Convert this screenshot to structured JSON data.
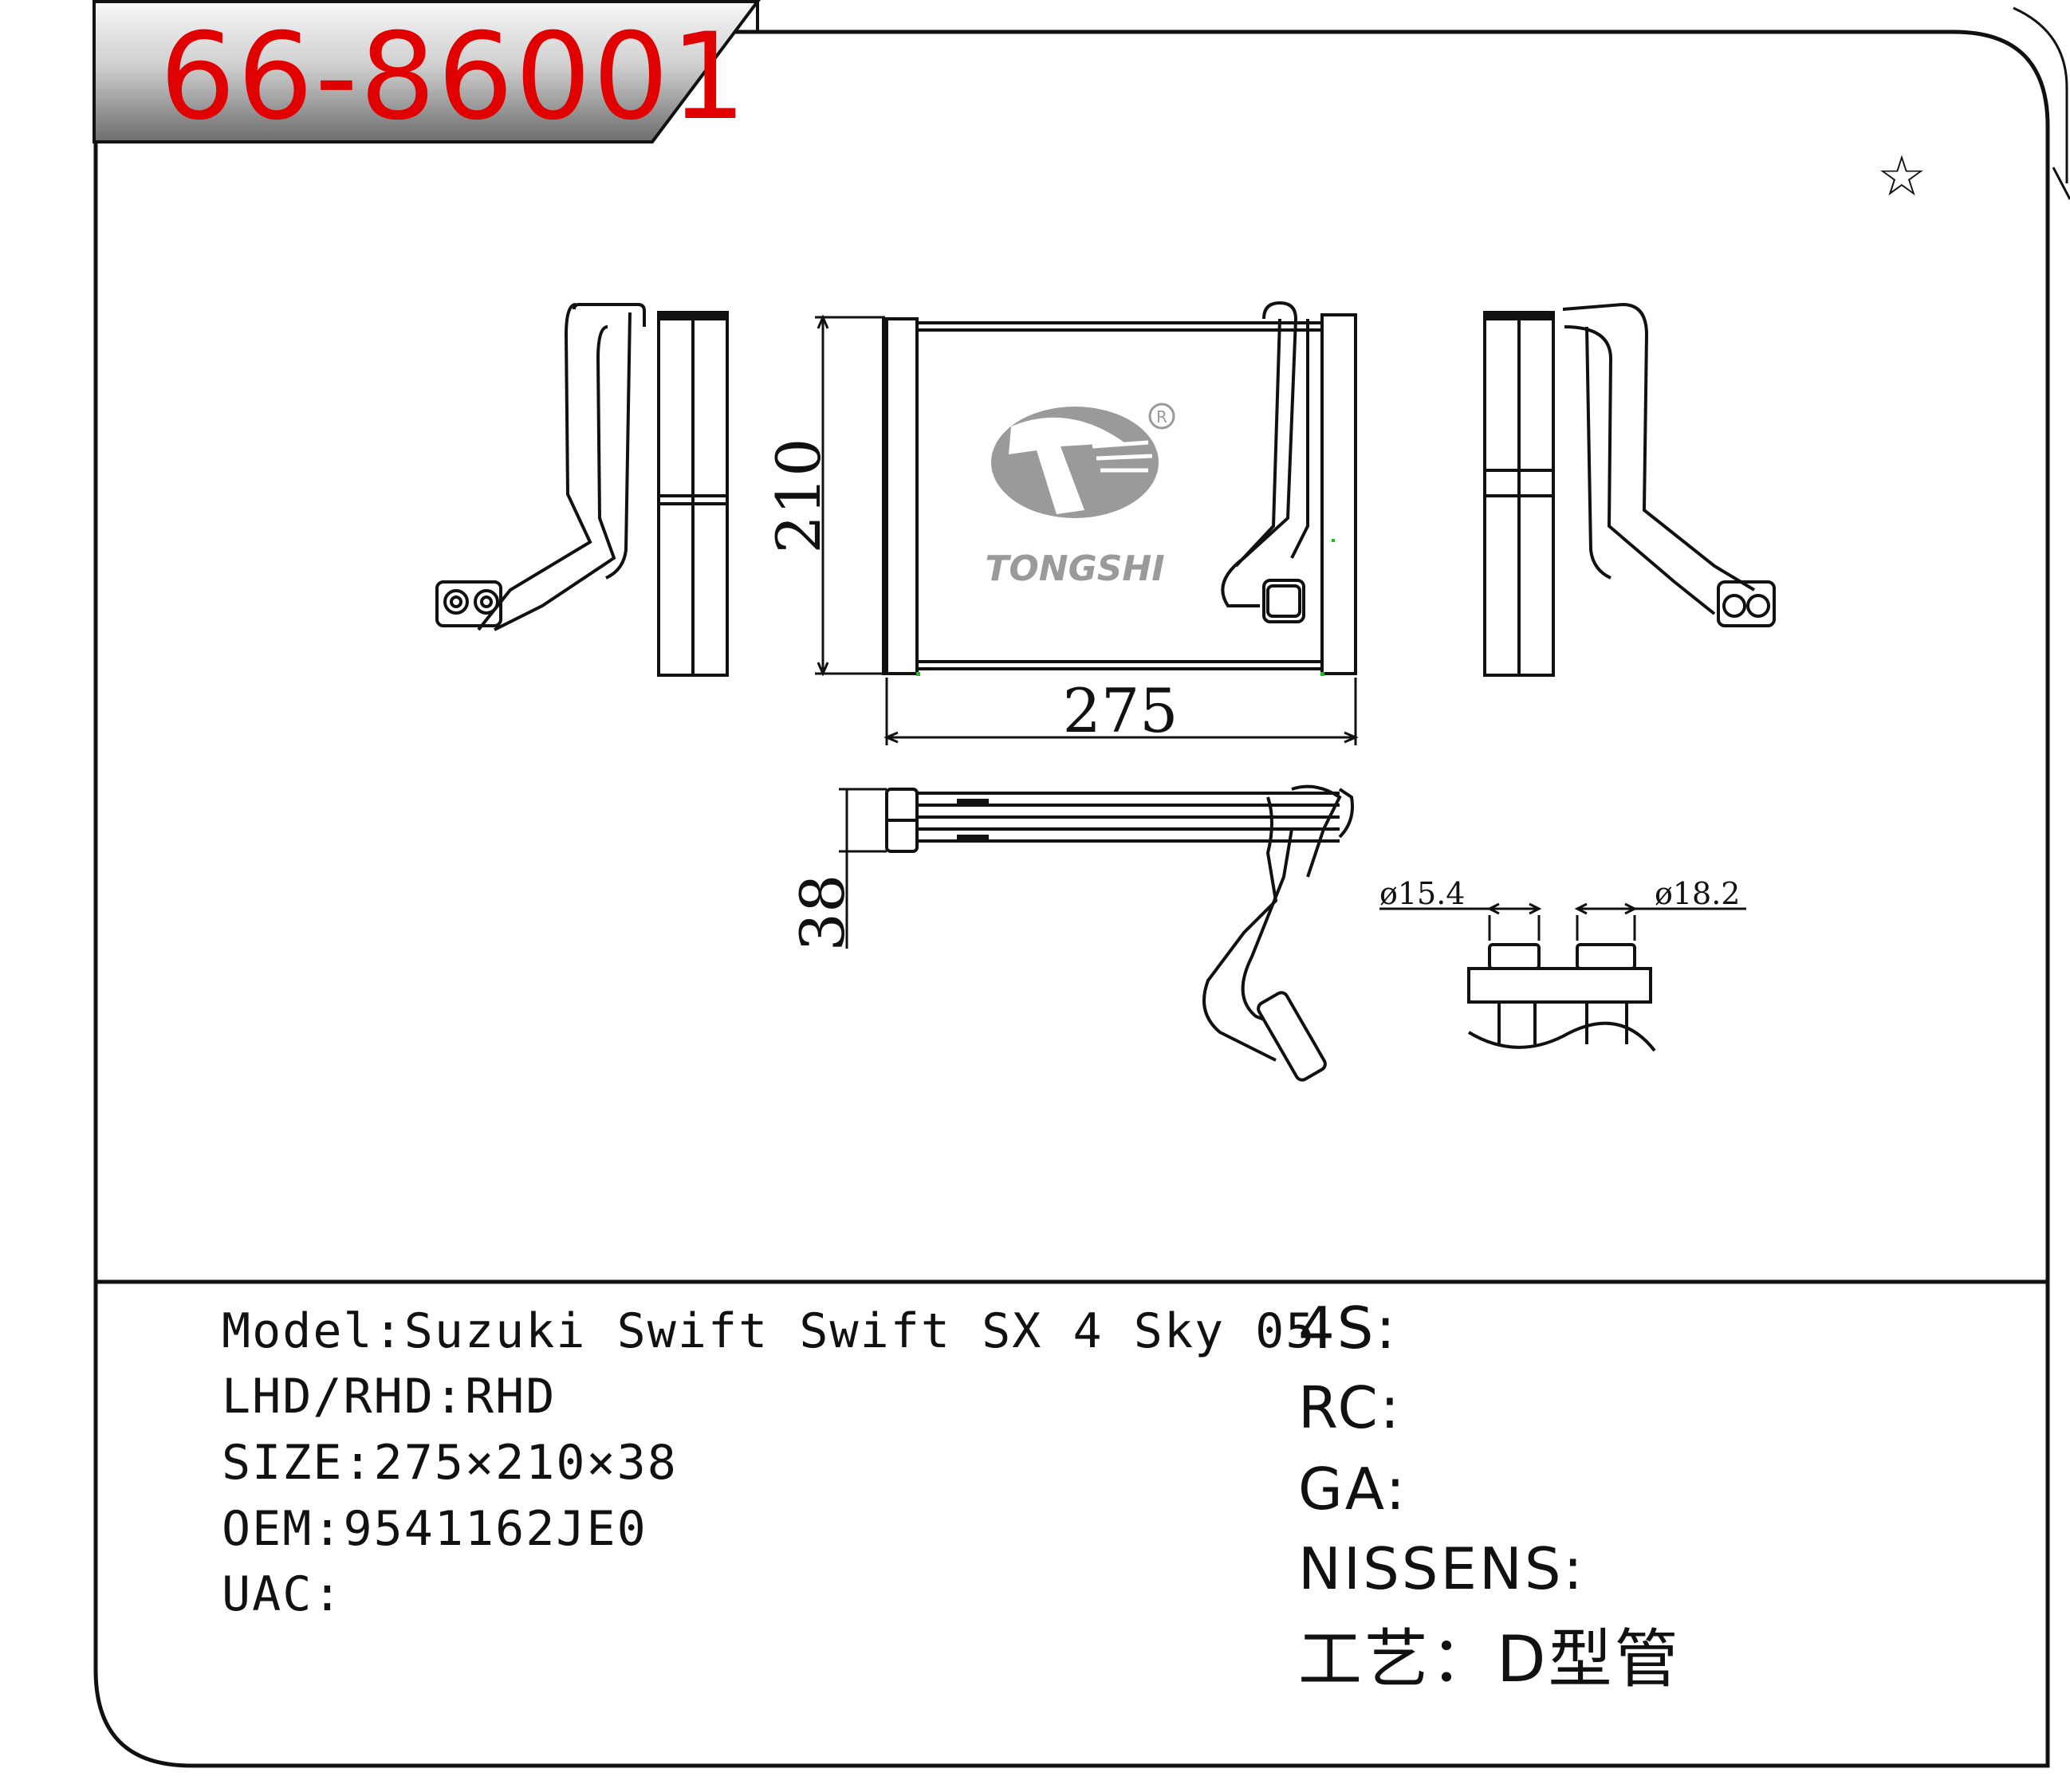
{
  "part_number": "66-86001",
  "star_mark": "☆",
  "brand": {
    "name": "TONGSHI",
    "registered": "R"
  },
  "dimensions": {
    "width": "275",
    "height": "210",
    "depth": "38",
    "inlet_diameter": "ø15.4",
    "outlet_diameter": "ø18.2"
  },
  "specs": {
    "model": "Model:Suzuki Swift Swift SX 4 Sky 05",
    "drive": "LHD/RHD:RHD",
    "size": "SIZE:275×210×38",
    "oem": "OEM:9541162JE0",
    "uac": "UAC:"
  },
  "cross_refs": {
    "four_s": "4S:",
    "rc": "RC:",
    "ga": "GA:",
    "nissens": "NISSENS:",
    "process": "工艺：D型管"
  },
  "colors": {
    "part_number": "#e00000",
    "line": "#111111",
    "logo_gray": "#9a9a9a",
    "highlight_green": "#19c219"
  }
}
